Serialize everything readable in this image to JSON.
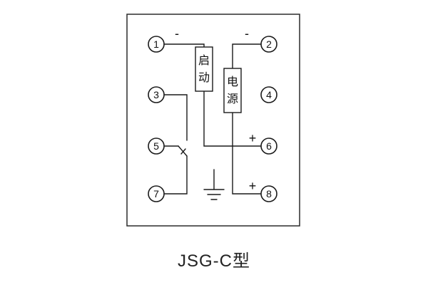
{
  "caption": "JSG-C型",
  "schematic": {
    "terminals": [
      "1",
      "2",
      "3",
      "4",
      "5",
      "6",
      "7",
      "8"
    ],
    "polarity": {
      "t1": "-",
      "t2": "-",
      "t6": "+",
      "t8": "+"
    },
    "start_box": {
      "char1": "启",
      "char2": "动"
    },
    "power_box": {
      "char1": "电",
      "char2": "源"
    }
  }
}
